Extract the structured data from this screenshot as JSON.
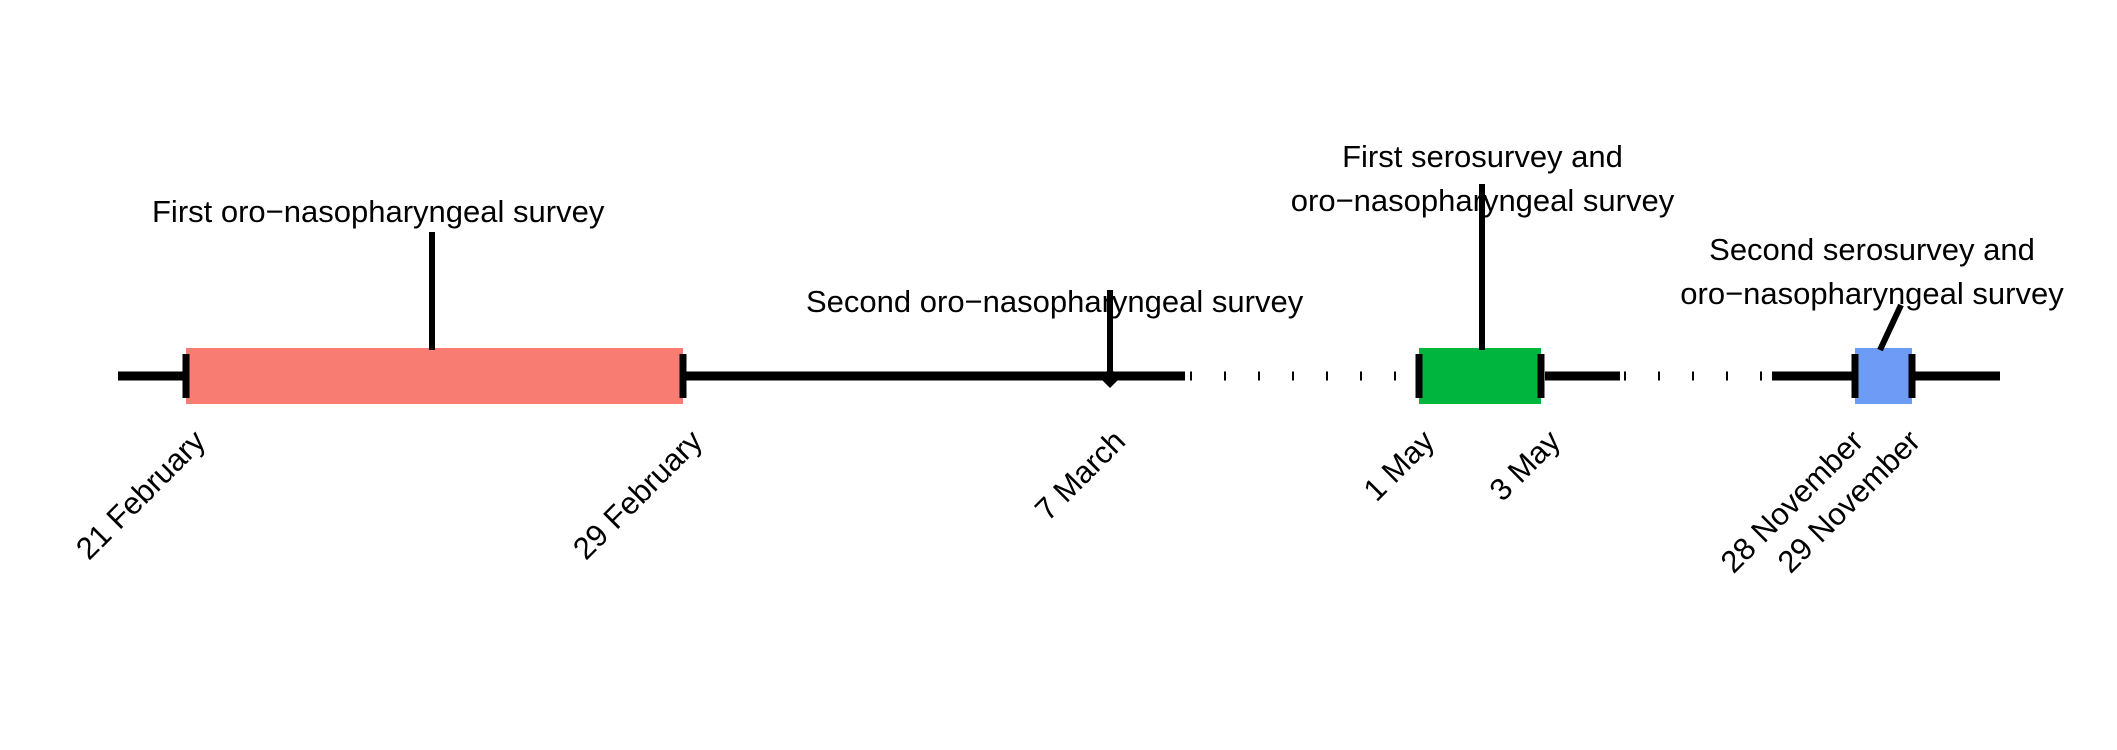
{
  "figure": {
    "type": "timeline",
    "title": "",
    "background_color": "#ffffff",
    "axis_color": "#000000"
  },
  "chart_data": {
    "type": "timeline",
    "title": "",
    "xlabel": "",
    "ylabel": "",
    "axis_color": "#000000",
    "periods": [
      {
        "label": "First oro−nasopharyngeal survey",
        "start_date": "21 February",
        "end_date": "29 February",
        "color": "#f87c72",
        "shape": "bar"
      },
      {
        "label": "Second oro−nasopharyngeal survey",
        "start_date": "7 March",
        "end_date": "7 March",
        "color": "#000000",
        "shape": "point"
      },
      {
        "label_line1": "First serosurvey and",
        "label_line2": "oro−nasopharyngeal survey",
        "start_date": "1 May",
        "end_date": "3 May",
        "color": "#00b53d",
        "shape": "bar"
      },
      {
        "label_line1": "Second serosurvey and",
        "label_line2": "oro−nasopharyngeal survey",
        "start_date": "28 November",
        "end_date": "29 November",
        "color": "#6e9bf5",
        "shape": "bar"
      }
    ],
    "date_ticks": [
      "21 February",
      "29 February",
      "7 March",
      "1 May",
      "3 May",
      "28 November",
      "29 November"
    ],
    "break_segments": [
      {
        "after": "7 March",
        "before": "1 May",
        "style": "dotted"
      },
      {
        "after": "3 May",
        "before": "28 November",
        "style": "dotted"
      }
    ]
  },
  "annotations": {
    "first_oro": {
      "text": "First oro−nasopharyngeal survey"
    },
    "second_oro": {
      "text": "Second oro−nasopharyngeal survey"
    },
    "first_sero": {
      "line1": "First serosurvey and",
      "line2": "oro−nasopharyngeal survey"
    },
    "second_sero": {
      "line1": "Second serosurvey and",
      "line2": "oro−nasopharyngeal survey"
    }
  },
  "dates": {
    "d1": "21 February",
    "d2": "29 February",
    "d3": "7 March",
    "d4": "1 May",
    "d5": "3 May",
    "d6": "28 November",
    "d7": "29 November"
  },
  "colors": {
    "red_bar": "#f87c72",
    "green_bar": "#00b53d",
    "blue_bar": "#6e9bf5",
    "axis": "#000000",
    "text": "#000000"
  }
}
